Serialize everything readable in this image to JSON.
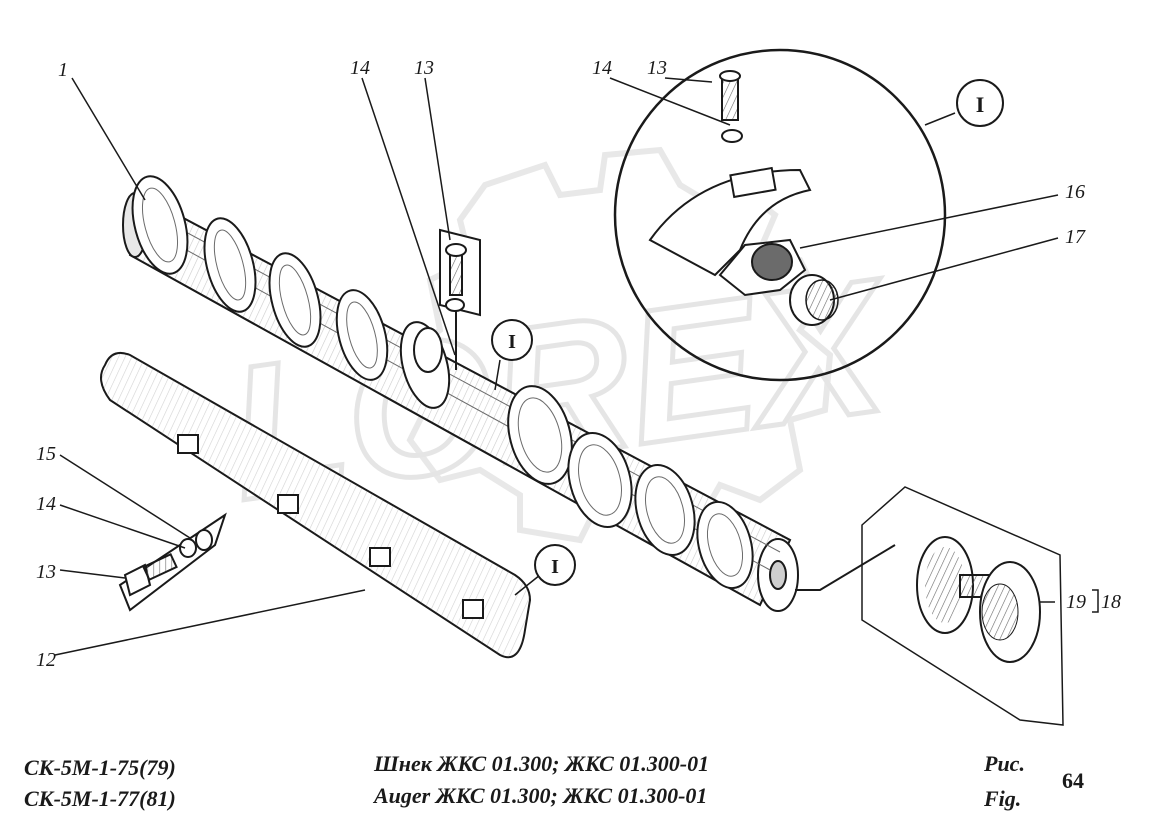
{
  "watermark": {
    "text": "LOREX",
    "color": "#e4e4e4"
  },
  "callouts": {
    "c1": "1",
    "c12": "12",
    "c13a": "13",
    "c14a": "14",
    "c13b": "13",
    "c14b": "14",
    "c13c": "13",
    "c14c": "14",
    "c15": "15",
    "c16": "16",
    "c17": "17",
    "c19": "19",
    "c18": "18"
  },
  "detail_refs": {
    "r1": "I",
    "r2": "I",
    "r3": "I"
  },
  "caption": {
    "model_line1": "СК-5М-1-75(79)",
    "model_line2": "СК-5М-1-77(81)",
    "title_ru": "Шнек ЖКС 01.300; ЖКС 01.300-01",
    "title_en": "Auger ЖКС 01.300; ЖКС 01.300-01",
    "fig_ru": "Рис.",
    "fig_en": "Fig.",
    "fig_number": "64"
  },
  "colors": {
    "ink": "#1a1a1a",
    "shade": "#8a8a8a",
    "paper": "#ffffff"
  }
}
